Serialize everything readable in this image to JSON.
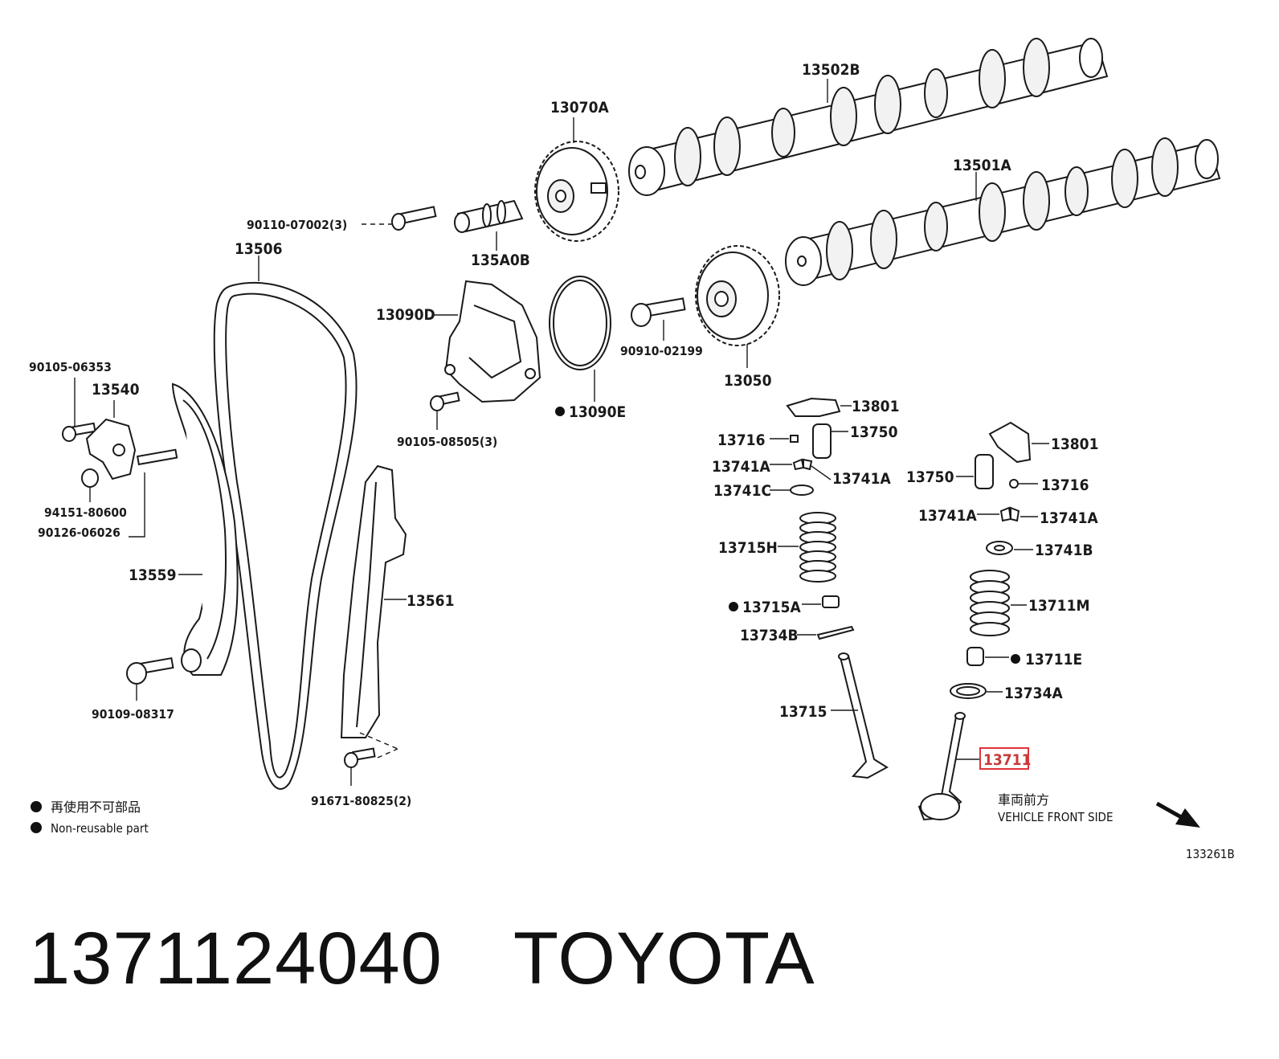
{
  "labels": {
    "cam_exhaust": "13502B",
    "cam_intake": "13501A",
    "vvt_sprocket_upper": "13070A",
    "bolt_90110": "90110-07002(3)",
    "oil_control_valve": "135A0B",
    "chain": "13506",
    "vvt_cover": "13090D",
    "gasket_13090e": "13090E",
    "bolt_90910": "90910-02199",
    "vvt_gear_13050": "13050",
    "bolt_90105_08505": "90105-08505(3)",
    "bolt_90105_06353": "90105-06353",
    "tensioner_13540": "13540",
    "nut_94151": "94151-80600",
    "stud_90126": "90126-06026",
    "slipper_13559": "13559",
    "bolt_90109": "90109-08317",
    "guide_13561": "13561",
    "bolt_91671": "91671-80825(2)",
    "rocker_left": "13801",
    "lifter_left": "13750",
    "pad_left": "13716",
    "keeper_left_a": "13741A",
    "keeper_left_b": "13741A",
    "retainer_13741c": "13741C",
    "spring_13715h": "13715H",
    "seal_13715a": "13715A",
    "seat_13734b": "13734B",
    "valve_13715": "13715",
    "rocker_right": "13801",
    "lifter_right": "13750",
    "pad_right": "13716",
    "keeper_right_a": "13741A",
    "keeper_right_b": "13741A",
    "retainer_13741b": "13741B",
    "spring_13711m": "13711M",
    "seal_13711e": "13711E",
    "seat_13734a": "13734A",
    "valve_13711": "13711"
  },
  "legend": {
    "jp": "再使用不可部品",
    "en": "Non-reusable part"
  },
  "direction": {
    "jp": "車両前方",
    "en": "VEHICLE FRONT SIDE"
  },
  "figure_id": "133261B",
  "highlight_color": "#e0343a",
  "footer": {
    "part_number": "1371124040",
    "brand": "TOYOTA"
  }
}
